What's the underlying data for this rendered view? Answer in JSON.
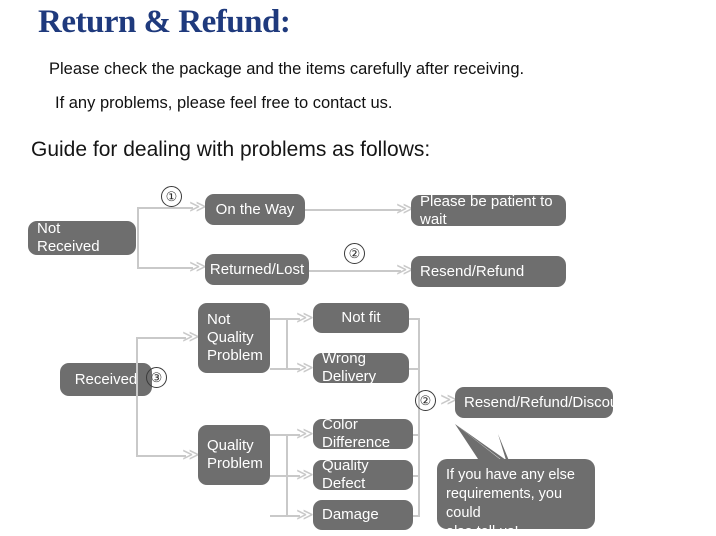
{
  "header": {
    "title": "Return & Refund:",
    "line1": "Please check the package and the items carefully after receiving.",
    "line2": "If any problems, please feel free to contact us.",
    "guide": "Guide for dealing with problems as follows:",
    "title_color": "#1f3a7d"
  },
  "theme": {
    "node_fill": "#6e6e6e",
    "node_text": "#ffffff",
    "connector": "#c9c9c9",
    "background": "#ffffff"
  },
  "flow": {
    "nodes": {
      "not_received": "Not Received",
      "on_the_way": "On the Way",
      "returned_lost": "Returned/Lost",
      "please_wait": "Please be patient to wait",
      "resend_refund": "Resend/Refund",
      "received": "Received",
      "not_quality_problem": "Not\nQuality\nProblem",
      "quality_problem": "Quality\nProblem",
      "not_fit": "Not fit",
      "wrong_delivery": "Wrong Delivery",
      "color_difference": "Color Difference",
      "quality_defect": "Quality Defect",
      "damage": "Damage",
      "resend_refund_discount": "Resend/Refund/Discount"
    },
    "steps": {
      "one": "①",
      "two_top": "②",
      "three": "③",
      "two_bottom": "②"
    },
    "arrow_glyph": "≫"
  },
  "callout": {
    "text": "If you have any else\nrequirements, you could\nalso tell us!"
  }
}
